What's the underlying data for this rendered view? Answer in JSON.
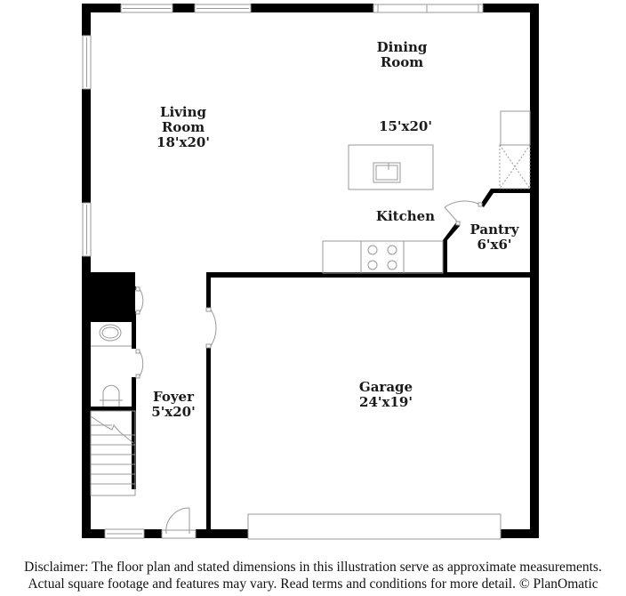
{
  "floorplan": {
    "rooms": [
      {
        "id": "living-room",
        "name_line1": "Living",
        "name_line2": "Room",
        "dimensions": "18'x20'"
      },
      {
        "id": "dining-room",
        "name_line1": "Dining",
        "name_line2": "Room",
        "dimensions": "15'x20'"
      },
      {
        "id": "kitchen",
        "name_line1": "Kitchen",
        "dimensions": ""
      },
      {
        "id": "pantry",
        "name_line1": "Pantry",
        "dimensions": "6'x6'"
      },
      {
        "id": "foyer",
        "name_line1": "Foyer",
        "dimensions": "5'x20'"
      },
      {
        "id": "garage",
        "name_line1": "Garage",
        "dimensions": "24'x19'"
      }
    ],
    "colors": {
      "wall": "#000000",
      "fixture": "#999999",
      "background": "#ffffff"
    }
  },
  "disclaimer": {
    "line1": "Disclaimer: The floor plan and stated dimensions in this illustration serve as approximate measurements.",
    "line2": "Actual square footage and features may vary. Read terms and conditions for more detail. © PlanOmatic"
  }
}
